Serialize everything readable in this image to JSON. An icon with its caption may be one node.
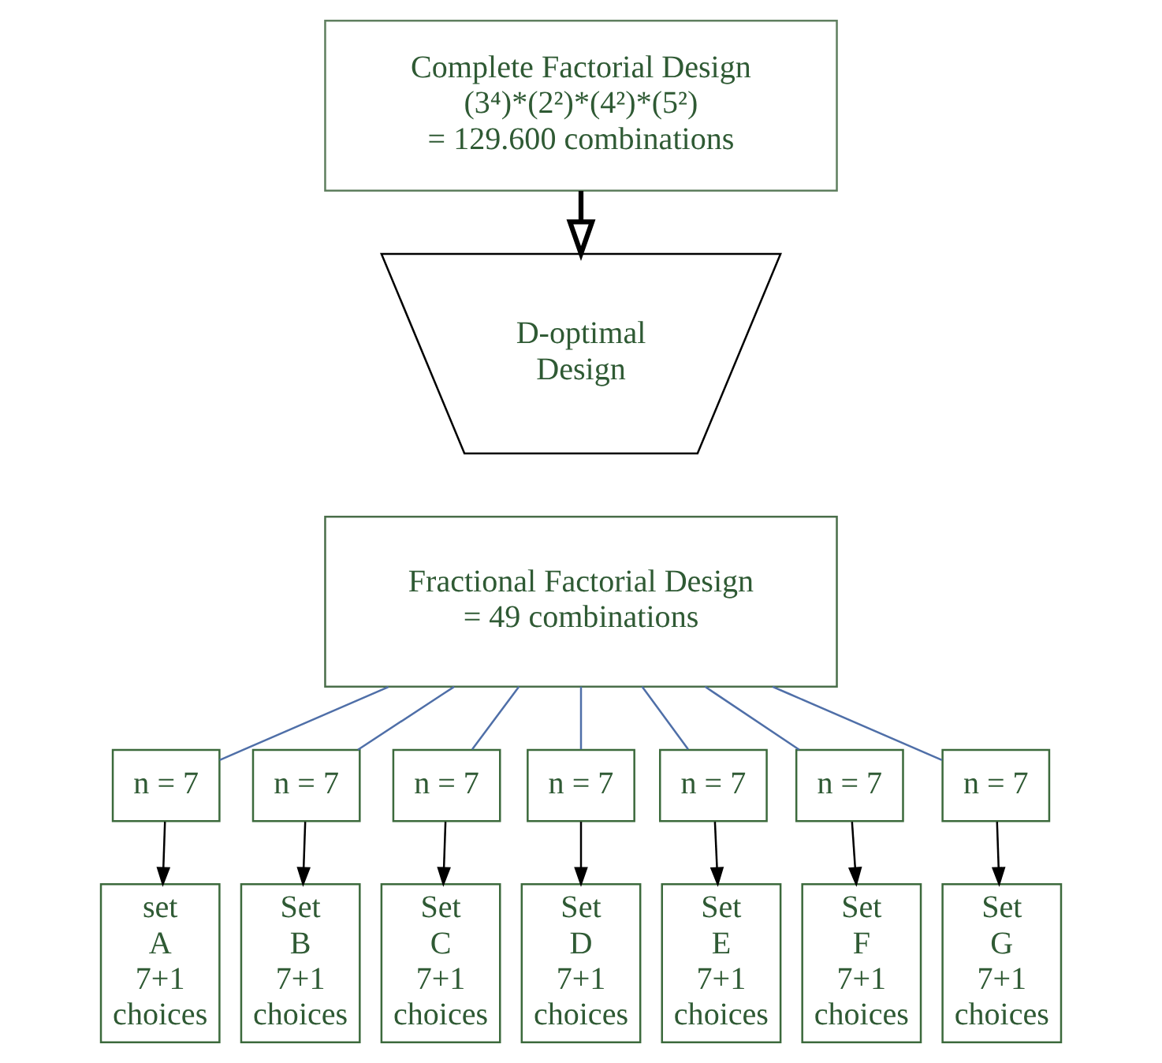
{
  "diagram": {
    "nodes": [
      {
        "text": [
          "Complete Factorial Design",
          "(3⁴)*(2²)*(4²)*(5²)",
          "= 129.600 combinations"
        ]
      },
      {
        "text": [
          "D-optimal Design"
        ]
      },
      {
        "text": [
          "Fractional Factorial Design",
          "= 49 combinations"
        ]
      },
      {
        "text": [
          "n = 7"
        ]
      },
      {
        "text": [
          "n = 7"
        ]
      },
      {
        "text": [
          "n = 7"
        ]
      },
      {
        "text": [
          "n = 7"
        ]
      },
      {
        "text": [
          "n = 7"
        ]
      },
      {
        "text": [
          "n = 7"
        ]
      },
      {
        "text": [
          "n = 7"
        ]
      },
      {
        "text": [
          "set A 7+1 choices"
        ]
      },
      {
        "text": [
          "Set B 7+1 choices"
        ]
      },
      {
        "text": [
          "Set C 7+1 choices"
        ]
      },
      {
        "text": [
          "Set D 7+1 choices"
        ]
      },
      {
        "text": [
          "Set E 7+1 choices"
        ]
      },
      {
        "text": [
          "Set F 7+1 choices"
        ]
      },
      {
        "text": [
          "Set G 7+1 choices"
        ]
      }
    ],
    "edges": [
      {
        "from": 0,
        "to": 1,
        "arrow": "to",
        "style": "thick"
      },
      {
        "from": 2,
        "to": 3,
        "arrow": "none",
        "color": "#4f6fa8"
      },
      {
        "from": 2,
        "to": 4,
        "arrow": "none",
        "color": "#4f6fa8"
      },
      {
        "from": 2,
        "to": 5,
        "arrow": "none",
        "color": "#4f6fa8"
      },
      {
        "from": 2,
        "to": 6,
        "arrow": "none",
        "color": "#4f6fa8"
      },
      {
        "from": 2,
        "to": 7,
        "arrow": "none",
        "color": "#4f6fa8"
      },
      {
        "from": 2,
        "to": 8,
        "arrow": "none",
        "color": "#4f6fa8"
      },
      {
        "from": 2,
        "to": 9,
        "arrow": "none",
        "color": "#4f6fa8"
      },
      {
        "from": 3,
        "to": 10,
        "arrow": "to"
      },
      {
        "from": 4,
        "to": 11,
        "arrow": "to"
      },
      {
        "from": 5,
        "to": 12,
        "arrow": "to"
      },
      {
        "from": 6,
        "to": 13,
        "arrow": "to"
      },
      {
        "from": 7,
        "to": 14,
        "arrow": "to"
      },
      {
        "from": 8,
        "to": 15,
        "arrow": "to"
      },
      {
        "from": 9,
        "to": 16,
        "arrow": "to"
      }
    ]
  }
}
